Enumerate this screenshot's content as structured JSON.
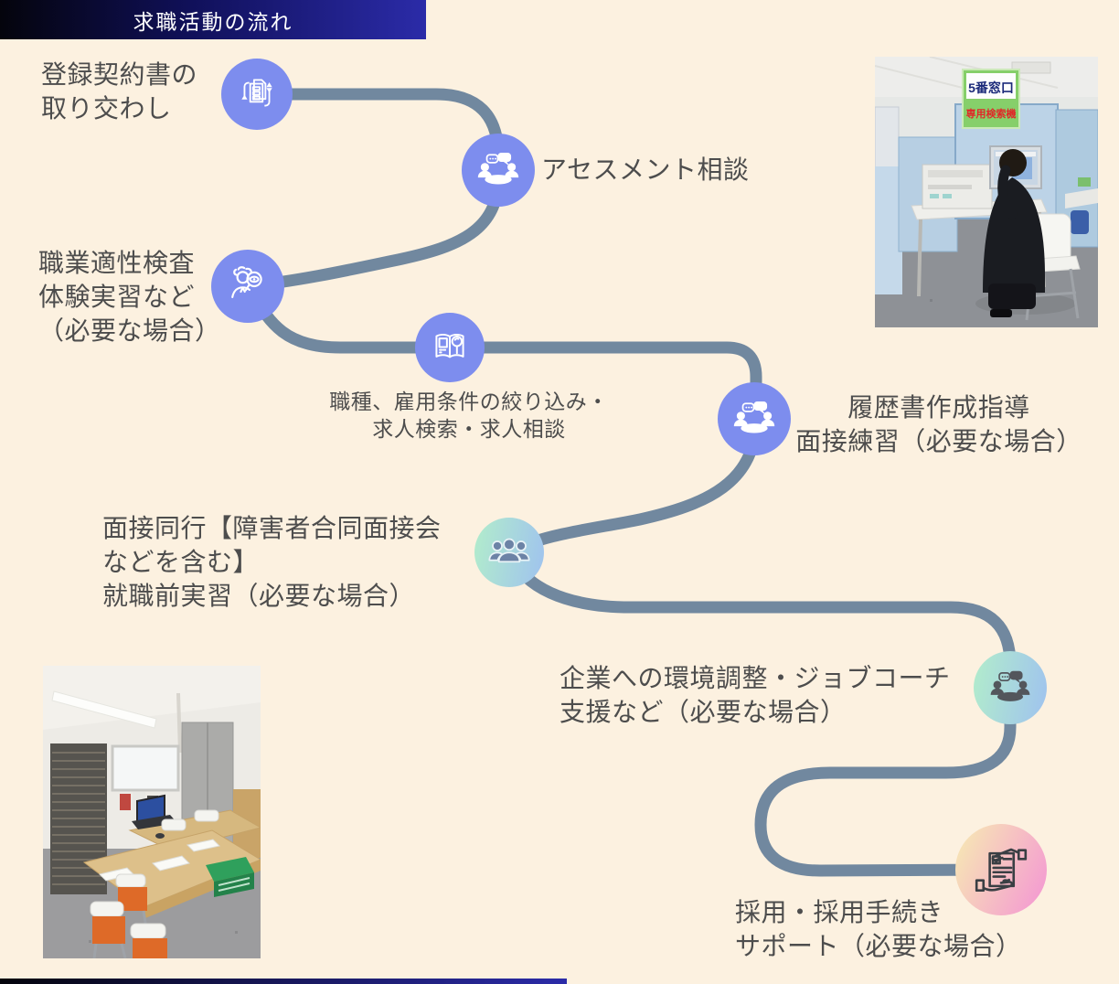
{
  "header": {
    "title": "求職活動の流れ",
    "bg_gradient": [
      "#04040c",
      "#2b2ba8"
    ],
    "text_color": "#ffffff"
  },
  "colors": {
    "background": "#FCF1E0",
    "path": "#71889F",
    "node_blue": "#7D8DEE",
    "node_teal_gradient": [
      "#B2EDCB",
      "#9FC2EF"
    ],
    "node_sunset_gradient": [
      "#F7ECB2",
      "#F494D4"
    ],
    "label_text": "#4D4D4D"
  },
  "flow": {
    "steps": [
      {
        "label": "登録契約書の\n取り交わし",
        "icon": "document-exchange-icon",
        "node_style": "blue"
      },
      {
        "label": "アセスメント相談",
        "icon": "consultation-icon",
        "node_style": "blue"
      },
      {
        "label": "職業適性検査\n体験実習など\n（必要な場合）",
        "icon": "aptitude-test-icon",
        "node_style": "blue"
      },
      {
        "label": "職種、雇用条件の絞り込み・\n求人検索・求人相談",
        "icon": "job-search-book-icon",
        "node_style": "blue"
      },
      {
        "label": "履歴書作成指導\n面接練習（必要な場合）",
        "icon": "consultation-icon",
        "node_style": "blue"
      },
      {
        "label": "面接同行【障害者合同面接会\nなどを含む】\n就職前実習（必要な場合）",
        "icon": "group-icon",
        "node_style": "teal"
      },
      {
        "label": "企業への環境調整・ジョブコーチ\n支援など（必要な場合）",
        "icon": "consultation-icon",
        "node_style": "teal"
      },
      {
        "label": "採用・採用手続き\nサポート（必要な場合）",
        "icon": "hiring-support-icon",
        "node_style": "sunset"
      }
    ]
  },
  "photos": {
    "booth": {
      "sign_top": "5番窓口",
      "sign_bottom": "専用検索機"
    }
  }
}
